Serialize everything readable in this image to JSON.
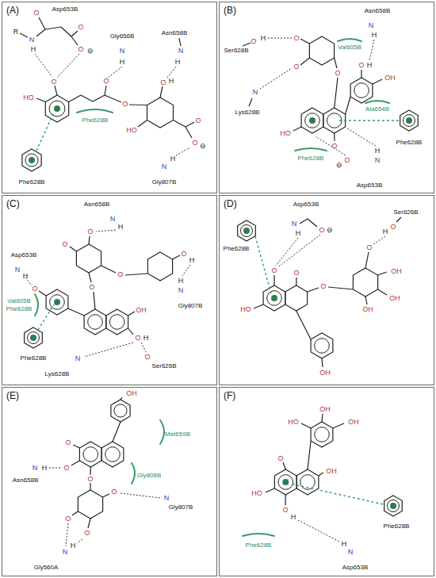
{
  "diagram": {
    "nodes": [
      {
        "text": [
          "(A)"
        ]
      },
      {
        "text": [
          "(B)"
        ]
      },
      {
        "text": [
          "(C)"
        ]
      },
      {
        "text": [
          "(D)"
        ]
      },
      {
        "text": [
          "(E)"
        ]
      },
      {
        "text": [
          "(F)"
        ]
      }
    ],
    "labels": [
      "Asp653B",
      "Gly656B",
      "Asn658B",
      "Gly807B",
      "Phe628B",
      "Phe628B",
      "R",
      "N",
      "H",
      "O",
      "O",
      "⊖",
      "O",
      "O",
      "HO",
      "O",
      "O",
      "N",
      "H",
      "N",
      "H",
      "O",
      "H",
      "HO",
      "O",
      "O",
      "⊖",
      "N",
      "H",
      "Asn658B",
      "N",
      "H",
      "O",
      "H",
      "OH",
      "Val605B",
      "Ser628B",
      "O",
      "H",
      "O",
      "O",
      "O",
      "Lys628B",
      "N",
      "HO",
      "O",
      "Phe628B",
      "Ala654B",
      "Phe628B",
      "Asp653B",
      "O",
      "⊖",
      "N",
      "H",
      "Asn658B",
      "N",
      "H",
      "O",
      "O",
      "O",
      "O",
      "H",
      "Gly807B",
      "N",
      "H",
      "O",
      "Asp653B",
      "N",
      "H",
      "O",
      "Val605B",
      "Phe628B",
      "Phe628B",
      "OH",
      "O",
      "H",
      "Ser626B",
      "O",
      "Lys628B",
      "N",
      "Asp653B",
      "N",
      "H",
      "O",
      "⊖",
      "Ser626B",
      "O",
      "H",
      "Phe628B",
      "O",
      "O",
      "O",
      "HO",
      "OH",
      "O",
      "OH",
      "OH",
      "OH",
      "OH",
      "Met659B",
      "Gly806B",
      "O",
      "Asn658B",
      "N",
      "H",
      "O",
      "O",
      "O",
      "Gly807B",
      "N",
      "O",
      "O",
      "Gly560A",
      "N",
      "H",
      "HO",
      "OH",
      "OH",
      "O",
      "OH",
      "HO",
      "O",
      "H",
      "Phe628B",
      "Phe628B",
      "Asp653B",
      "N",
      "H"
    ]
  }
}
